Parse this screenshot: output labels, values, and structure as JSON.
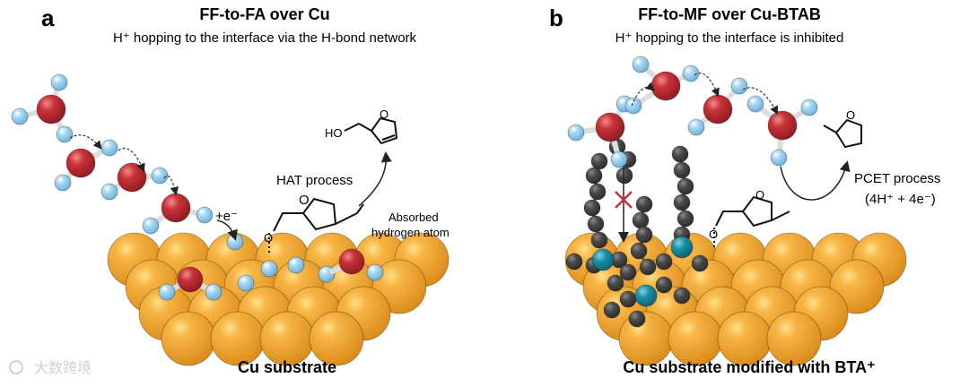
{
  "panel_a": {
    "letter": "a",
    "title": "FF-to-FA over Cu",
    "subtitle": "H⁺ hopping to the interface via the H-bond network",
    "electron_label": "+e⁻",
    "process_label": "HAT process",
    "absorbed_label_1": "Absorbed",
    "absorbed_label_2": "hydrogen atom",
    "molecule_label": "HO",
    "molecule_o": "O",
    "substrate_label": "Cu substrate"
  },
  "panel_b": {
    "letter": "b",
    "title": "FF-to-MF over Cu-BTAB",
    "subtitle": "H⁺ hopping to the interface is inhibited",
    "process_label": "PCET process",
    "process_detail": "(4H⁺ + 4e⁻)",
    "molecule_o": "O",
    "substrate_label": "Cu substrate modified with BTA⁺"
  },
  "watermark": "大数跨境",
  "colors": {
    "cu": "#f0a030",
    "oxygen": "#c8323a",
    "hydrogen": "#9fd0ef",
    "carbon": "#4a4a4a",
    "nitrogen": "#1a8fa8"
  }
}
